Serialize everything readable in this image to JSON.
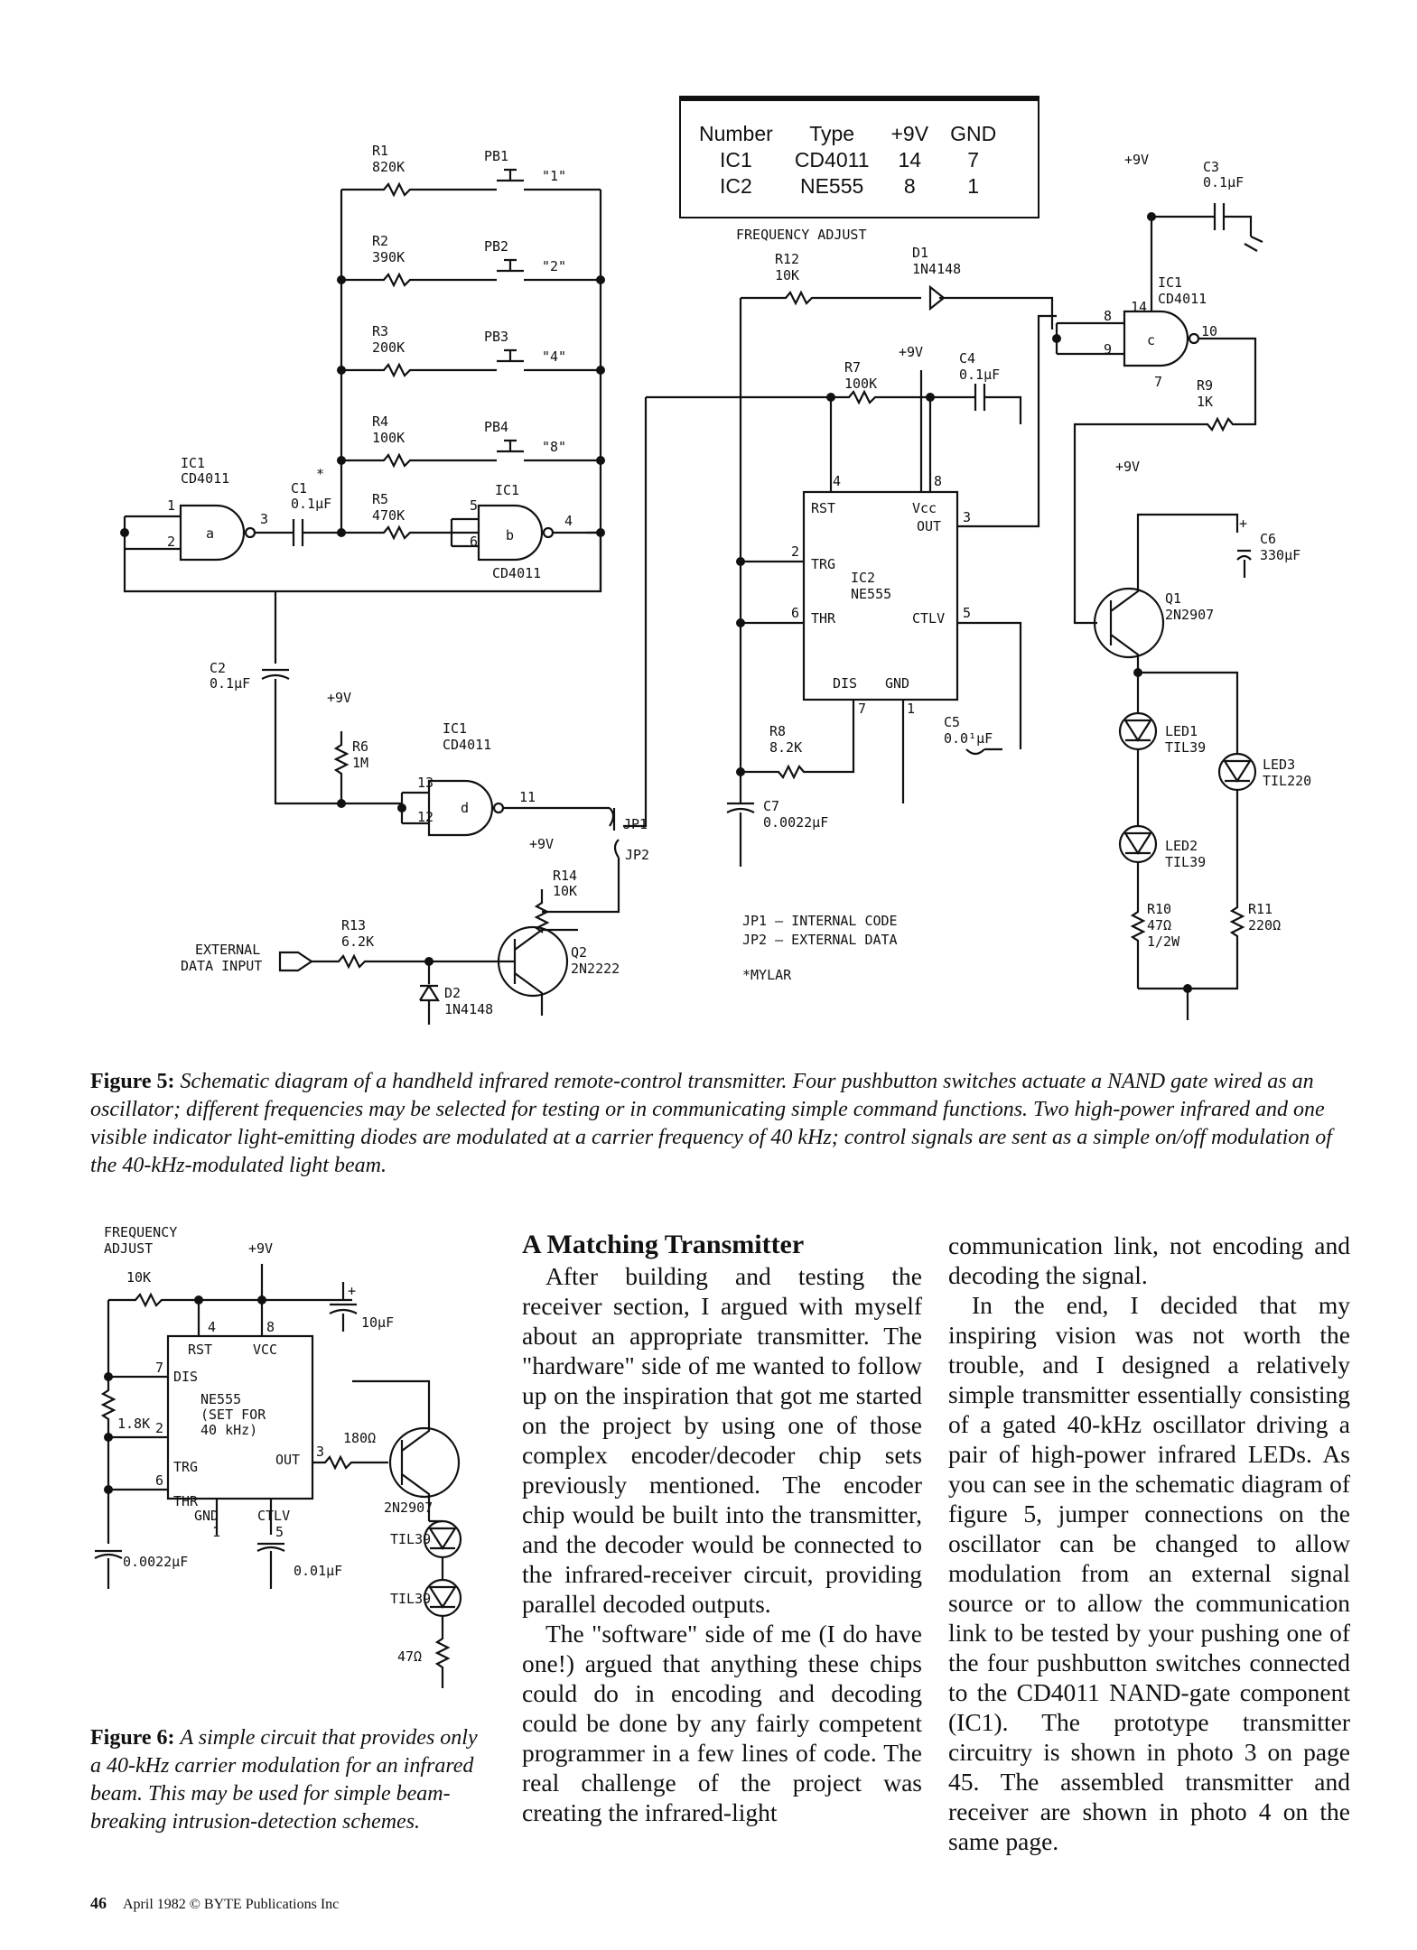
{
  "fig5": {
    "ic_table": {
      "headers": [
        "Number",
        "Type",
        "+9V",
        "GND"
      ],
      "rows": [
        [
          "IC1",
          "CD4011",
          "14",
          "7"
        ],
        [
          "IC2",
          "NE555",
          "8",
          "1"
        ]
      ]
    },
    "labels": {
      "r1": "R1",
      "r1v": "820K",
      "r2": "R2",
      "r2v": "390K",
      "r3": "R3",
      "r3v": "200K",
      "r4": "R4",
      "r4v": "100K",
      "r5": "R5",
      "r5v": "470K",
      "pb1": "PB1",
      "pb2": "PB2",
      "pb3": "PB3",
      "pb4": "PB4",
      "q1": "\"1\"",
      "q2": "\"2\"",
      "q4": "\"4\"",
      "q8": "\"8\"",
      "ic1a_t": "IC1",
      "ic1a_v": "CD4011",
      "c1": "C1",
      "c1v": "0.1μF",
      "star": "*",
      "ic1b": "IC1",
      "cd4011b": "CD4011",
      "c2": "C2",
      "c2v": "0.1μF",
      "p9v": "+9V",
      "r6": "R6",
      "r6v": "1M",
      "ic1d": "IC1",
      "ic1d_v": "CD4011",
      "jp1": "JP1",
      "jp2": "JP2",
      "r14": "R14",
      "r14v": "10K",
      "ext1": "EXTERNAL",
      "ext2": "DATA INPUT",
      "r13": "R13",
      "r13v": "6.2K",
      "d2": "D2",
      "d2v": "1N4148",
      "q2t": "Q2",
      "q2v": "2N2222",
      "freq": "FREQUENCY ADJUST",
      "r12": "R12",
      "r12v": "10K",
      "d1": "D1",
      "d1v": "1N4148",
      "r7": "R7",
      "r7v": "100K",
      "c4": "C4",
      "c4v": "0.1μF",
      "rst": "RST",
      "vcc": "Vcc",
      "out": "OUT",
      "trg": "TRG",
      "thr": "THR",
      "ctlv": "CTLV",
      "dis": "DIS",
      "gnd": "GND",
      "ic2": "IC2",
      "ic2v": "NE555",
      "r8": "R8",
      "r8v": "8.2K",
      "c5": "C5",
      "c5v": "0.0¹μF",
      "c7": "C7",
      "c7v": "0.0022μF",
      "jp1n": "JP1 – INTERNAL CODE",
      "jp2n": "JP2 – EXTERNAL DATA",
      "mylar": "*MYLAR",
      "c3": "C3",
      "c3v": "0.1μF",
      "ic1c": "IC1",
      "ic1c_v": "CD4011",
      "r9": "R9",
      "r9v": "1K",
      "c6": "C6",
      "c6v": "330μF",
      "q1t": "Q1",
      "q1v": "2N2907",
      "led1": "LED1",
      "led1v": "TIL39",
      "led2": "LED2",
      "led2v": "TIL39",
      "led3": "LED3",
      "led3v": "TIL220",
      "r10": "R10",
      "r10v": "47Ω",
      "r10w": "1/2W",
      "r11": "R11",
      "r11v": "220Ω",
      "a": "a",
      "b": "b",
      "c": "c",
      "d": "d",
      "plus": "+"
    },
    "pins": [
      "1",
      "2",
      "3",
      "4",
      "5",
      "6",
      "11",
      "12",
      "13",
      "14",
      "8",
      "9",
      "10",
      "7",
      "4",
      "8",
      "3",
      "2",
      "6",
      "5",
      "7",
      "1"
    ],
    "caption_label": "Figure 5:",
    "caption": "Schematic diagram of a handheld infrared remote-control transmitter. Four pushbutton switches actuate a NAND gate wired as an oscillator; different frequencies may be selected for testing or in communicating simple command functions. Two high-power infrared and one visible indicator light-emitting diodes are modulated at a carrier frequency of 40 kHz; control signals are sent as a simple on/off modulation of the 40-kHz-modulated light beam."
  },
  "fig6": {
    "labels": {
      "freq1": "FREQUENCY",
      "freq2": "ADJUST",
      "p9v": "+9V",
      "r10k": "10K",
      "c10": "10μF",
      "rst": "RST",
      "vcc": "VCC",
      "dis": "DIS",
      "ne555": "NE555",
      "set1": "(SET FOR",
      "set2": "40 kHz)",
      "r18": "1.8K",
      "out": "OUT",
      "r180": "180Ω",
      "trg": "TRG",
      "thr": "THR",
      "gnd": "GND",
      "ctlv": "CTLV",
      "q": "2N2907",
      "til1": "TIL39",
      "til2": "TIL39",
      "c0022": "0.0022μF",
      "c001": "0.01μF",
      "r47": "47Ω",
      "p4": "4",
      "p8": "8",
      "p7": "7",
      "p2": "2",
      "p6": "6",
      "p3": "3",
      "p1": "1",
      "p5": "5",
      "plus": "+"
    },
    "caption_label": "Figure 6:",
    "caption": "A simple circuit that provides only a 40-kHz carrier modulation for an infrared beam. This may be used for simple beam-breaking intrusion-detection schemes."
  },
  "article": {
    "heading": "A Matching Transmitter",
    "col1": [
      "After building and testing the receiver section, I argued with myself about an appropriate transmitter. The \"hardware\" side of me wanted to follow up on the inspiration that got me started on the project by using one of those complex encoder/decoder chip sets previously mentioned. The encoder chip would be built into the transmitter, and the decoder would be connected to the infrared-receiver circuit, providing parallel decoded outputs.",
      "The \"software\" side of me (I do have one!) argued that anything these chips could do in encoding and decoding could be done by any fairly competent programmer in a few lines of code. The real challenge of the project was creating the infrared-light"
    ],
    "col2": [
      "communication link, not encoding and decoding the signal.",
      "In the end, I decided that my inspiring vision was not worth the trouble, and I designed a relatively simple transmitter essentially consisting of a gated 40-kHz oscillator driving a pair of high-power infrared LEDs. As you can see in the schematic diagram of figure 5, jumper connections on the oscillator can be changed to allow modulation from an external signal source or to allow the communication link to be tested by your pushing one of the four pushbutton switches connected to the CD4011 NAND-gate component (IC1). The prototype transmitter circuitry is shown in photo 3 on page 45. The assembled transmitter and receiver are shown in photo 4 on the same page."
    ]
  },
  "footer": {
    "page": "46",
    "text": "April 1982 © BYTE Publications Inc"
  }
}
